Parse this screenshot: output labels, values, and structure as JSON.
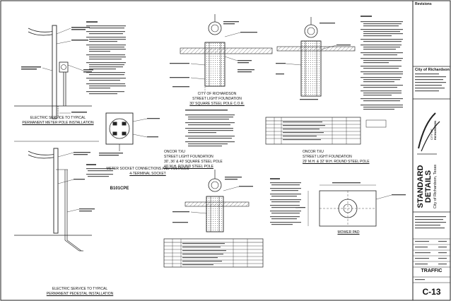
{
  "captions": {
    "meter_pole": [
      "ELECTRIC SERVICE TO TYPICAL",
      "PERMANENT METER POLE INSTALLATION"
    ],
    "meter_socket": [
      "METER SOCKET CONNECTIONS AND VOLTAGES",
      "4-TERMINAL SOCKET"
    ],
    "pedestal": [
      "ELECTRIC SERVICE TO TYPICAL",
      "PERMANENT PEDESTAL INSTALLATION"
    ],
    "fnd_cof": [
      "CITY OF RICHARDSON",
      "STREET LIGHT FOUNDATION",
      "30' SQUARE STEEL POLE C.O.R."
    ],
    "fnd_oncor_a": [
      "ONCOR TXU",
      "STREET LIGHT FOUNDATION",
      "30', 36' & 40' SQUARE STEEL POLE",
      "40' M.H. ROUND STEEL POLE"
    ],
    "fnd_oncor_b": [
      "ONCOR TXU",
      "STREET LIGHT FOUNDATION",
      "29' M.H. & 32' M.H. ROUND STEEL POLE"
    ],
    "mower_pad": "MOWER PAD"
  },
  "ped_label": "B101CPE",
  "title_block": {
    "revisions_label": "Revisions",
    "city": "City of Richardson",
    "logo_text": [
      "CITY OF",
      "RICHARDSON"
    ],
    "standard": "STANDARD",
    "details": "DETAILS",
    "city_state": "City of Richardson, Texas",
    "discipline": "TRAFFIC",
    "sheet_number": "C-13"
  }
}
